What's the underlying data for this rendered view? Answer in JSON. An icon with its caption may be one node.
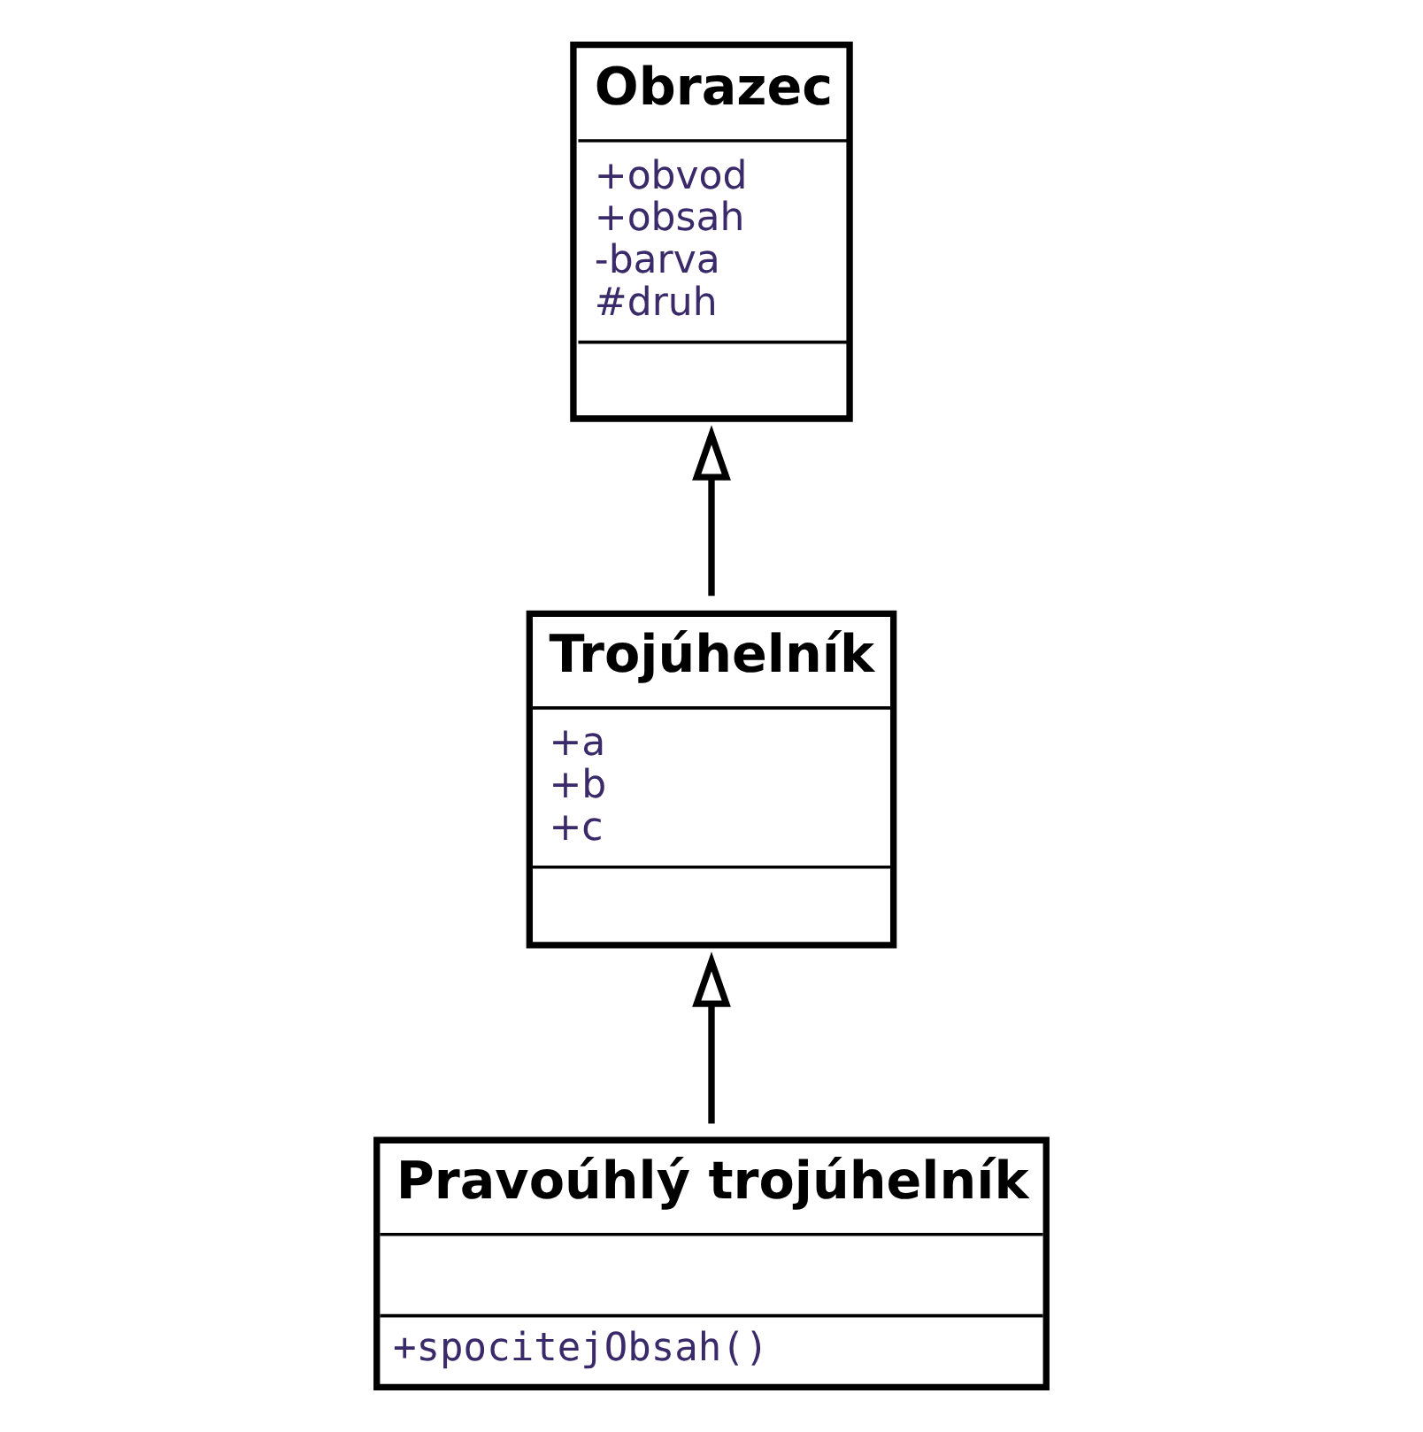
{
  "diagram": {
    "nodes": [
      {
        "text": [
          "Obrazec",
          "+obvod",
          "+obsah",
          "-barva",
          "#druh"
        ]
      },
      {
        "text": [
          "Trojúhelník",
          "+a",
          "+b",
          "+c"
        ]
      },
      {
        "text": [
          "Pravoúhlý trojúhelník",
          "+spocitejObsah()"
        ]
      }
    ],
    "edges": [
      {
        "from": 1,
        "to": 0,
        "arrow": "to"
      },
      {
        "from": 2,
        "to": 1,
        "arrow": "to"
      }
    ]
  }
}
